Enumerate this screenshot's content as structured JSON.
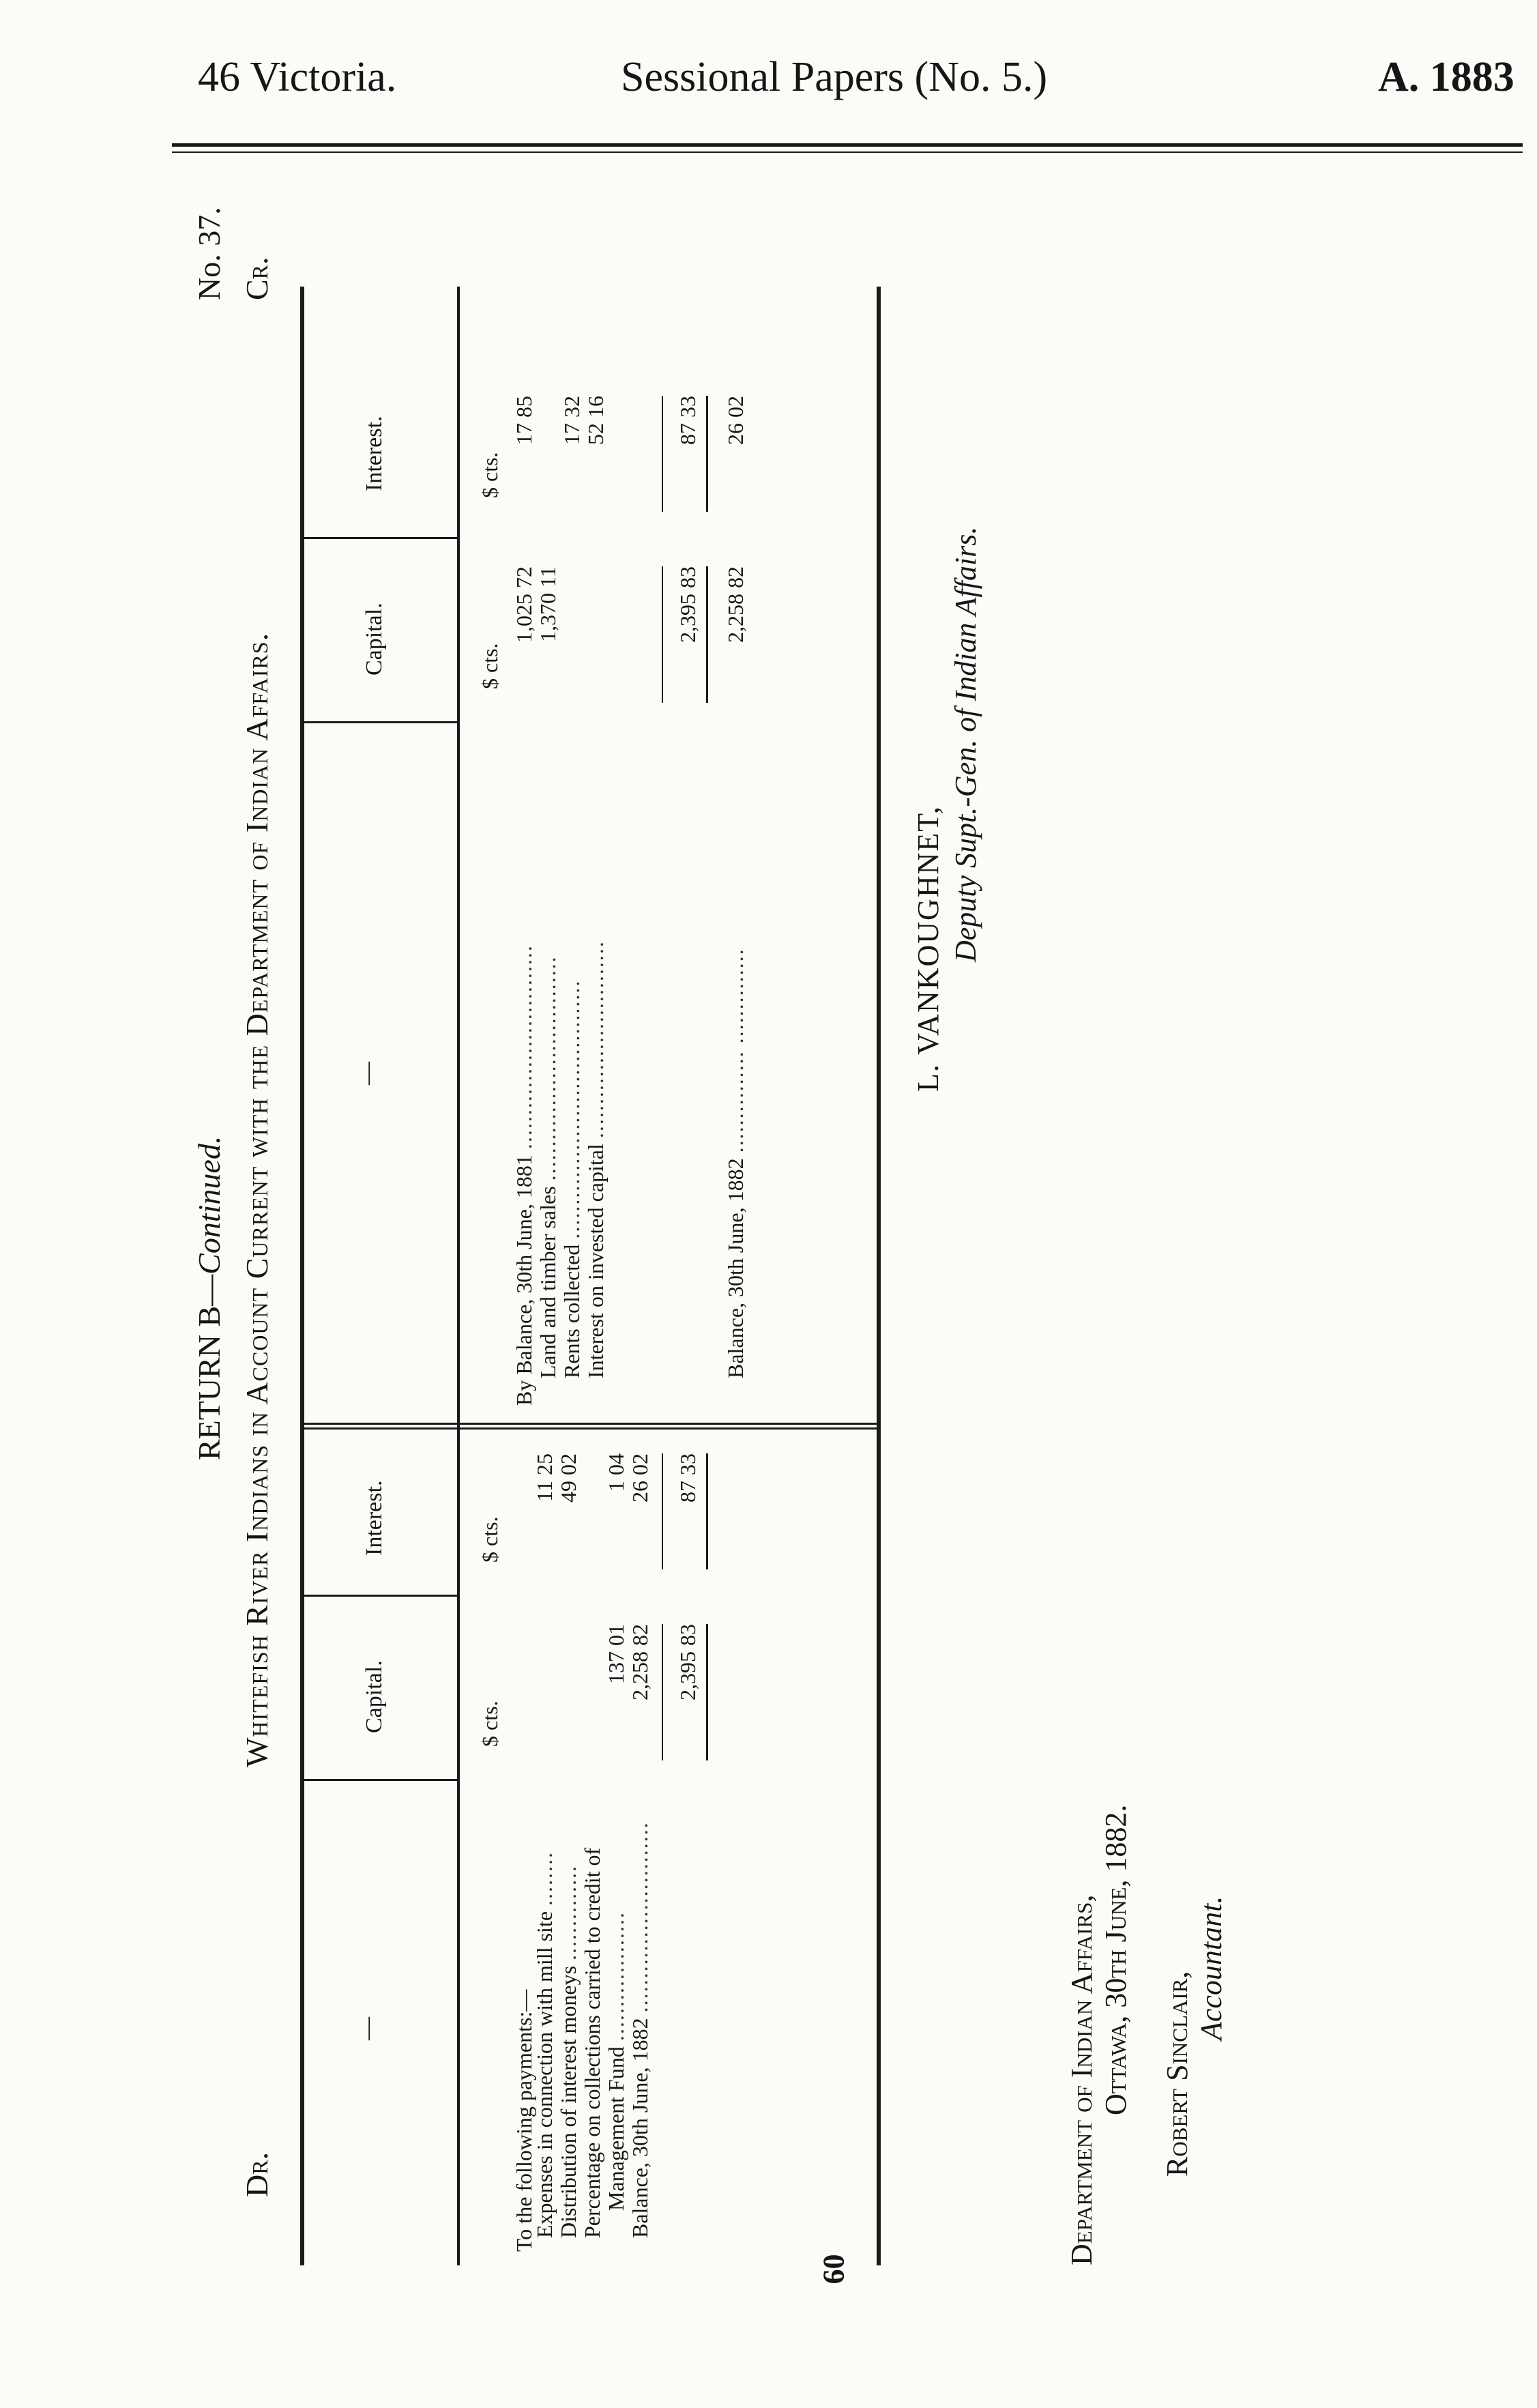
{
  "header": {
    "left": "46 Victoria.",
    "center": "Sessional Papers (No. 5.)",
    "right": "A. 1883"
  },
  "return_no": "No. 37.",
  "return_title": "RETURN B—",
  "return_title_italic": "Continued.",
  "account_title": "Whitefish River Indians in Account Current with the Department of Indian Affairs.",
  "dr_label": "Dr.",
  "cr_label": "Cr.",
  "debit": {
    "col_desc": "—",
    "col_capital": "Capital.",
    "col_interest": "Interest.",
    "unit_capital": "$ cts.",
    "unit_interest": "$ cts.",
    "intro": "To the following payments:—",
    "rows": [
      {
        "desc": "Expenses in connection with mill site",
        "capital": "",
        "interest": "11 25"
      },
      {
        "desc": "Distribution of interest moneys",
        "capital": "",
        "interest": "49 02"
      },
      {
        "desc": "Percentage on collections carried to credit of",
        "capital": "",
        "interest": ""
      },
      {
        "desc": "Management Fund",
        "capital": "137 01",
        "interest": "1 04"
      },
      {
        "desc": "Balance, 30th June, 1882",
        "capital": "2,258 82",
        "interest": "26 02"
      }
    ],
    "total_capital": "2,395 83",
    "total_interest": "87 33"
  },
  "credit": {
    "col_desc": "—",
    "col_capital": "Capital.",
    "col_interest": "Interest.",
    "unit_capital": "$ cts.",
    "unit_interest": "$ cts.",
    "rows": [
      {
        "desc": "By Balance, 30th June, 1881",
        "capital": "1,025 72",
        "interest": "17 85"
      },
      {
        "desc": "Land and timber sales",
        "capital": "1,370 11",
        "interest": ""
      },
      {
        "desc": "Rents collected",
        "capital": "",
        "interest": "17 32"
      },
      {
        "desc": "Interest on invested capital",
        "capital": "",
        "interest": "52 16"
      }
    ],
    "total_capital": "2,395 83",
    "total_interest": "87 33",
    "balance_desc": "Balance, 30th June, 1882",
    "balance_capital": "2,258 82",
    "balance_interest": "26 02"
  },
  "signature": {
    "name": "L. VANKOUGHNET,",
    "title": "Deputy Supt.-Gen. of Indian Affairs."
  },
  "place": {
    "department": "Department of Indian Affairs,",
    "date": "Ottawa, 30th June, 1882."
  },
  "accountant": {
    "name": "Robert Sinclair,",
    "title": "Accountant."
  },
  "page_number": "60"
}
